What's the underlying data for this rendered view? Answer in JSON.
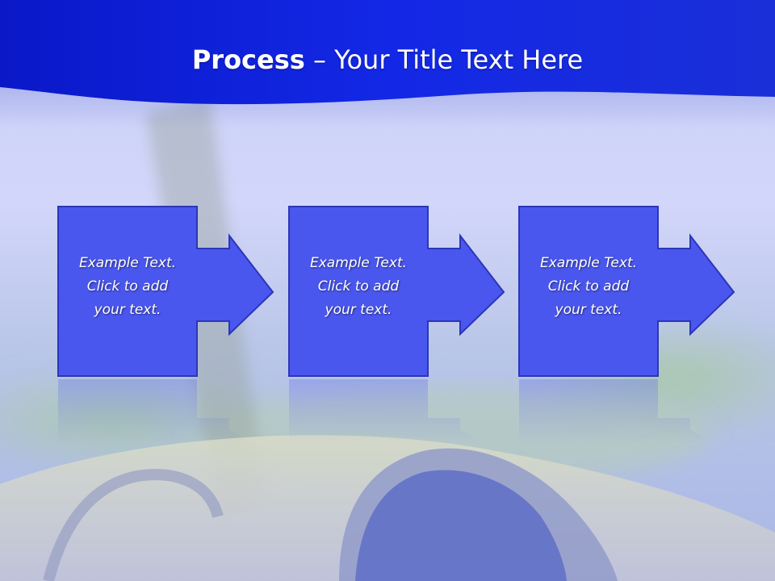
{
  "slide": {
    "title_bold": "Process",
    "title_rest": " – Your Title Text Here"
  },
  "colors": {
    "header_blue": "#1020e0",
    "box_fill": "#4a57ee",
    "box_border": "#2b36b8"
  },
  "steps": [
    {
      "line1": "Example Text.",
      "line2": "Click  to add",
      "line3": "your text."
    },
    {
      "line1": "Example Text.",
      "line2": "Click  to add",
      "line3": "your text."
    },
    {
      "line1": "Example Text.",
      "line2": "Click  to add",
      "line3": "your text."
    }
  ]
}
